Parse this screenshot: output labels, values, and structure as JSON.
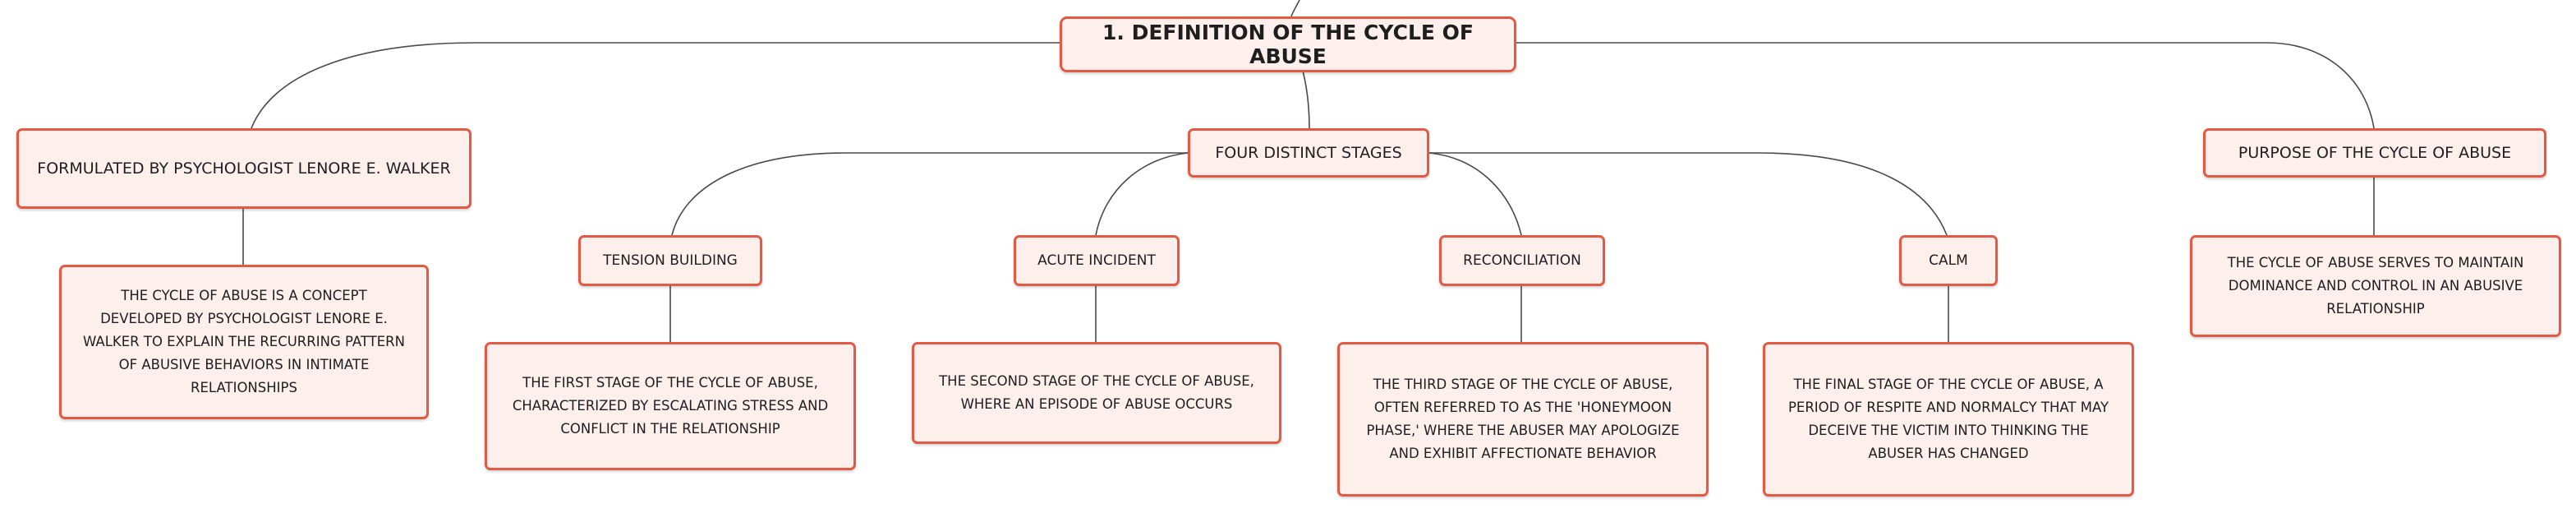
{
  "colors": {
    "border": "#e35a44",
    "fill": "#fdf0ec",
    "line": "#4a4a4a",
    "text": "#1e1e1e"
  },
  "root": {
    "label": "1. DEFINITION OF THE CYCLE OF ABUSE"
  },
  "branches": {
    "origin": {
      "label": "FORMULATED BY PSYCHOLOGIST LENORE E. WALKER",
      "description": "THE CYCLE OF ABUSE IS A CONCEPT DEVELOPED BY PSYCHOLOGIST LENORE E. WALKER TO EXPLAIN THE RECURRING PATTERN OF ABUSIVE BEHAVIORS IN INTIMATE RELATIONSHIPS"
    },
    "stages": {
      "label": "FOUR DISTINCT STAGES",
      "items": [
        {
          "label": "TENSION BUILDING",
          "description": "THE FIRST STAGE OF THE CYCLE OF ABUSE, CHARACTERIZED BY ESCALATING STRESS AND CONFLICT IN THE RELATIONSHIP"
        },
        {
          "label": "ACUTE INCIDENT",
          "description": "THE SECOND STAGE OF THE CYCLE OF ABUSE, WHERE AN EPISODE OF ABUSE OCCURS"
        },
        {
          "label": "RECONCILIATION",
          "description": "THE THIRD STAGE OF THE CYCLE OF ABUSE, OFTEN REFERRED TO AS THE 'HONEYMOON PHASE,' WHERE THE ABUSER MAY APOLOGIZE AND EXHIBIT AFFECTIONATE BEHAVIOR"
        },
        {
          "label": "CALM",
          "description": "THE FINAL STAGE OF THE CYCLE OF ABUSE, A PERIOD OF RESPITE AND NORMALCY THAT MAY DECEIVE THE VICTIM INTO THINKING THE ABUSER HAS CHANGED"
        }
      ]
    },
    "purpose": {
      "label": "PURPOSE OF THE CYCLE OF ABUSE",
      "description": "THE CYCLE OF ABUSE SERVES TO MAINTAIN DOMINANCE AND CONTROL IN AN ABUSIVE RELATIONSHIP"
    }
  }
}
